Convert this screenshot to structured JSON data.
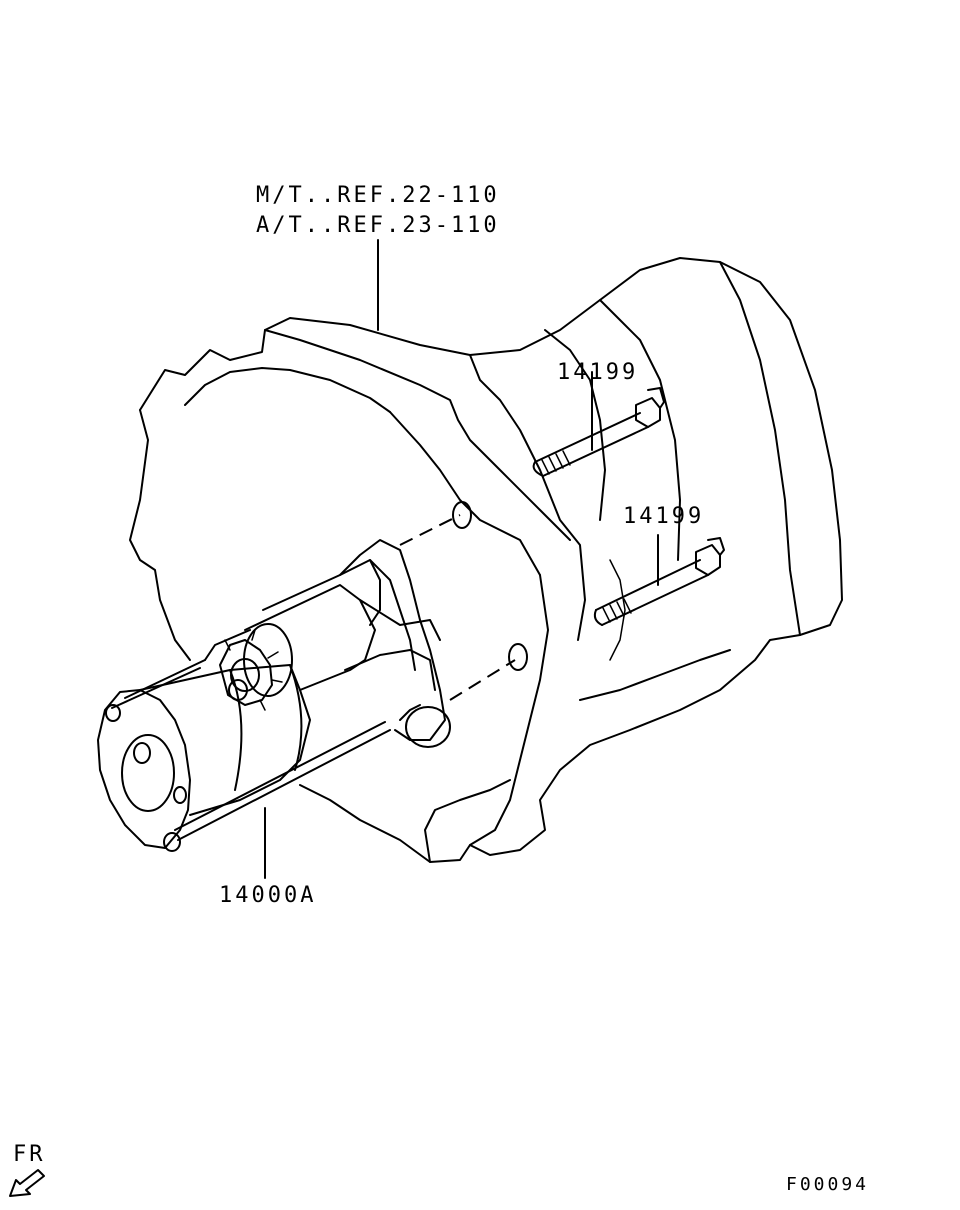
{
  "labels": {
    "ref_mt": "M/T..REF.22-110",
    "ref_at": "A/T..REF.23-110",
    "bolt_upper": "14199",
    "bolt_lower": "14199",
    "starter": "14000A",
    "front_marker": "FR",
    "figure_code": "F00094"
  },
  "icons": {
    "front_arrow": "arrow-down-left-icon"
  },
  "colors": {
    "line": "#000000",
    "background": "#ffffff"
  }
}
